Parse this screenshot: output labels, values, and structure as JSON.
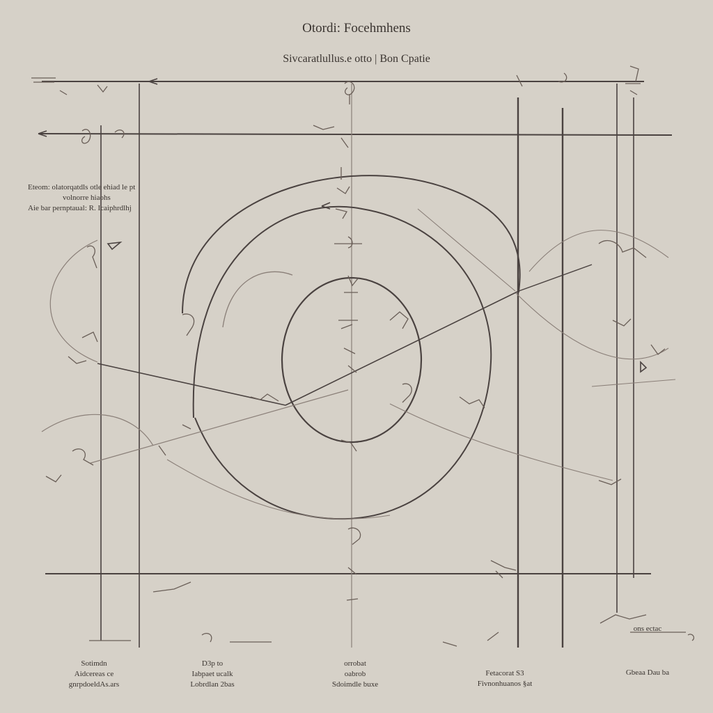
{
  "title": "Otordi: Focehmhens",
  "subtitle": "Sivcaratlullus.e otto | Bon   Cpatie",
  "left_note": [
    "Eteom: olatorqatdls otle ehiad le pt",
    "volnorre hiaohs",
    "Aie bar pernptaual: R. Icaiphrdlhj"
  ],
  "bottom_labels": [
    {
      "id": "a",
      "lines": [
        "Sotimdn",
        "Aidcereas ce",
        "gnrpdoeldAs.ars"
      ]
    },
    {
      "id": "b",
      "lines": [
        "D3p to",
        "Iabpaet ucalk",
        "Lobrdlan 2bas"
      ]
    },
    {
      "id": "c",
      "lines": [
        "orrobat",
        "oabrob",
        "Sdoimdle buxe"
      ]
    },
    {
      "id": "d",
      "lines": [
        "Fetacorat S3",
        "Fivnonhuanos   §at"
      ]
    },
    {
      "id": "e",
      "lines": [
        "ons  ectac",
        "Gbeaa  Dau  ba"
      ]
    }
  ],
  "colors": {
    "background": "#d6d1c8",
    "ink": "#4a4240",
    "faint": "#8a7f78"
  }
}
